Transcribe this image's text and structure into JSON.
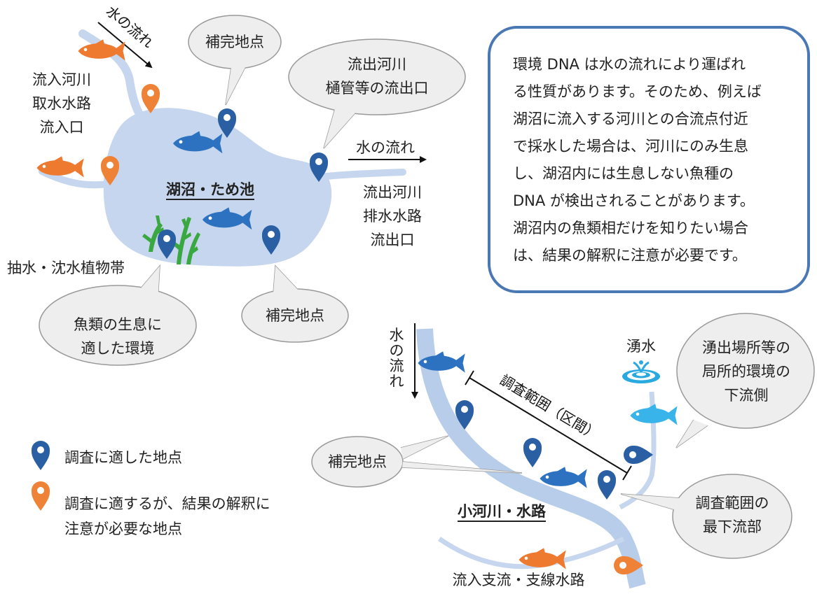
{
  "info_box": {
    "lines": [
      "環境 DNA は水の流れにより運ばれ",
      "る性質があります。そのため、例えば",
      "湖沼に流入する河川との合流点付近",
      "で採水した場合は、河川にのみ生息",
      "し、湖沼内には生息しない魚種の",
      "DNA が検出されることがあります。",
      "湖沼内の魚類相だけを知りたい場合",
      "は、結果の解釈に注意が必要です。"
    ]
  },
  "lake": {
    "title": "湖沼・ため池",
    "flow_in_label": "水の流れ",
    "flow_out_label": "水の流れ",
    "inflow_lines": [
      "流入河川",
      "取水水路",
      "流入口"
    ],
    "outflow_lines": [
      "流出河川",
      "排水水路",
      "流出口"
    ],
    "plants_label": "抽水・沈水植物帯",
    "bubble_top": "補完地点",
    "bubble_outlet_lines": [
      "流出河川",
      "樋管等の流出口"
    ],
    "bubble_bottom": "補完地点",
    "bubble_fish_lines": [
      "魚類の生息に",
      "適した環境"
    ]
  },
  "river": {
    "title": "小河川・水路",
    "flow_chars": [
      "水",
      "の",
      "流",
      "れ"
    ],
    "range_label": "調査範囲（区間）",
    "spring_label": "湧水",
    "bubble_spring_lines": [
      "湧出場所等の",
      "局所的環境の",
      "下流側"
    ],
    "bubble_supplement": "補完地点",
    "bubble_lowest_lines": [
      "調査範囲の",
      "最下流部"
    ],
    "tributary_label": "流入支流・支線水路"
  },
  "legend": {
    "suitable": "調査に適した地点",
    "caution_lines": [
      "調査に適するが、結果の解釈に",
      "注意が必要な地点"
    ]
  },
  "colors": {
    "lake_fill": "#c5d6ee",
    "river_stroke": "#b8cdea",
    "pin_blue": "#2a5fa3",
    "pin_orange": "#ee8236",
    "fish_blue": "#2c72c0",
    "fish_orange": "#ee7a30",
    "fish_cyan": "#38b4ea",
    "bubble_fill": "#eeeeee",
    "box_border": "#4a78b5",
    "plant_green": "#3aa840"
  },
  "icons": [
    "map-pin-icon",
    "fish-icon",
    "water-plant-icon",
    "spring-water-icon",
    "arrow-icon"
  ]
}
